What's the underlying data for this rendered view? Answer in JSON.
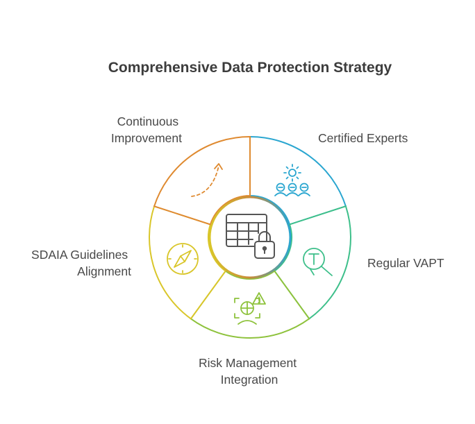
{
  "title": "Comprehensive Data Protection Strategy",
  "colors": {
    "certified": "#2aa6d0",
    "vapt": "#3dbf8a",
    "risk": "#8ec23c",
    "sdaia": "#d9c62a",
    "improvement": "#df8a30",
    "center": "#555555"
  },
  "segments": [
    {
      "key": "certified",
      "lines": [
        "Certified Experts"
      ],
      "icon": "people-gear-icon"
    },
    {
      "key": "vapt",
      "lines": [
        "Regular VAPT"
      ],
      "icon": "magnifier-icon"
    },
    {
      "key": "risk",
      "lines": [
        "Risk Management",
        "Integration"
      ],
      "icon": "risk-warning-icon"
    },
    {
      "key": "sdaia",
      "lines": [
        "SDAIA Guidelines",
        "Alignment"
      ],
      "icon": "compass-icon"
    },
    {
      "key": "improvement",
      "lines": [
        "Continuous",
        "Improvement"
      ],
      "icon": "curved-arrow-icon"
    }
  ],
  "center_icon": "locked-table-icon"
}
